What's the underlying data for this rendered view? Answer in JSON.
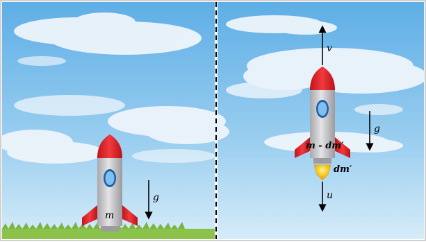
{
  "left_panel": {
    "mass_label": "m",
    "gravity_label": "g"
  },
  "right_panel": {
    "velocity_label": "v",
    "mass_label": "m - dm′",
    "gravity_label": "g",
    "ejected_mass_label": "dm′",
    "exhaust_velocity_label": "u"
  },
  "colors": {
    "sky_top": "#6fb8e8",
    "sky_bottom": "#cfe8f7",
    "cloud": "#eef5fb",
    "grass": "#8bc34a",
    "rocket_body": "#c9c9cc",
    "rocket_nose": "#e8232a",
    "rocket_window": "#5aa0e0",
    "flame": "#f5c518"
  }
}
